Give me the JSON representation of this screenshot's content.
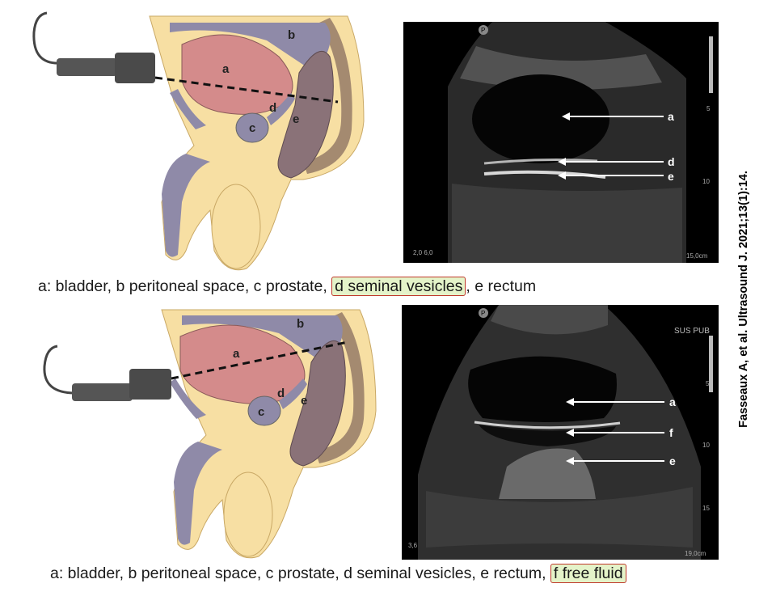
{
  "top": {
    "diagram_labels": [
      "a",
      "b",
      "c",
      "d",
      "e"
    ],
    "us_labels": [
      "a",
      "d",
      "e"
    ],
    "us_scale": "15,0cm",
    "us_settings": "2,0 6,0",
    "us_mode": "P",
    "caption": {
      "pre": "a: bladder, b peritoneal space, c prostate,",
      "highlight": "d seminal vesicles",
      "post": ", e rectum"
    }
  },
  "bottom": {
    "diagram_labels": [
      "a",
      "b",
      "c",
      "d",
      "e"
    ],
    "us_labels": [
      "a",
      "f",
      "e"
    ],
    "us_scale": "19,0cm",
    "us_settings": "3,6",
    "us_mode": "P",
    "us_header": "SUS PUB",
    "caption": {
      "pre": "a: bladder, b peritoneal space, c prostate, d seminal vesicles, e rectum,",
      "highlight": "f free fluid"
    }
  },
  "citation": "Fasseaux A, et al. Ultrasound J. 2021;13(1):14.",
  "colors": {
    "skin": "#f7dfa3",
    "bladder": "#d48b8b",
    "organ": "#8f8aa8",
    "rectum": "#8a7278",
    "highlight_fill": "#e4f3c9",
    "highlight_border": "#c0392b"
  }
}
